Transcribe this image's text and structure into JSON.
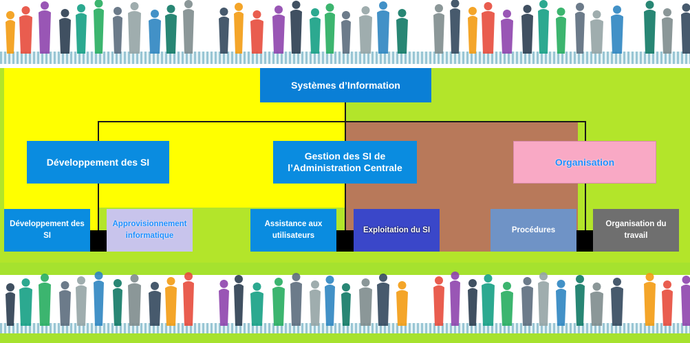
{
  "diagram": {
    "root": "Systèmes d’Information",
    "branches": [
      {
        "label_line1": "Développement des SI",
        "label_line2": "",
        "children": [
          "Développement des SI",
          "Approvisionnement informatique"
        ]
      },
      {
        "label_line1": "Gestion des SI de",
        "label_line2": "l’Administration Centrale",
        "children": [
          "Assistance aux utilisateurs",
          "Exploitation du SI"
        ]
      },
      {
        "label_line1": "Organisation",
        "label_line2": "",
        "children": [
          "Procédures",
          "Organisation du travail"
        ]
      }
    ]
  },
  "colors": {
    "background_green": "#b3e52a",
    "zone_yellow": "#ffff00",
    "zone_brown": "#b8795a",
    "box_blue": "#0a8ce0",
    "box_pink": "#f9a9c5",
    "box_lavender": "#c8c4ec",
    "box_indigo": "#3a47c9",
    "box_steel": "#6f93c6",
    "box_gray": "#6f6f6f"
  },
  "decorations": [
    "crowd-of-people-banner-top",
    "crowd-of-people-banner-bottom"
  ]
}
